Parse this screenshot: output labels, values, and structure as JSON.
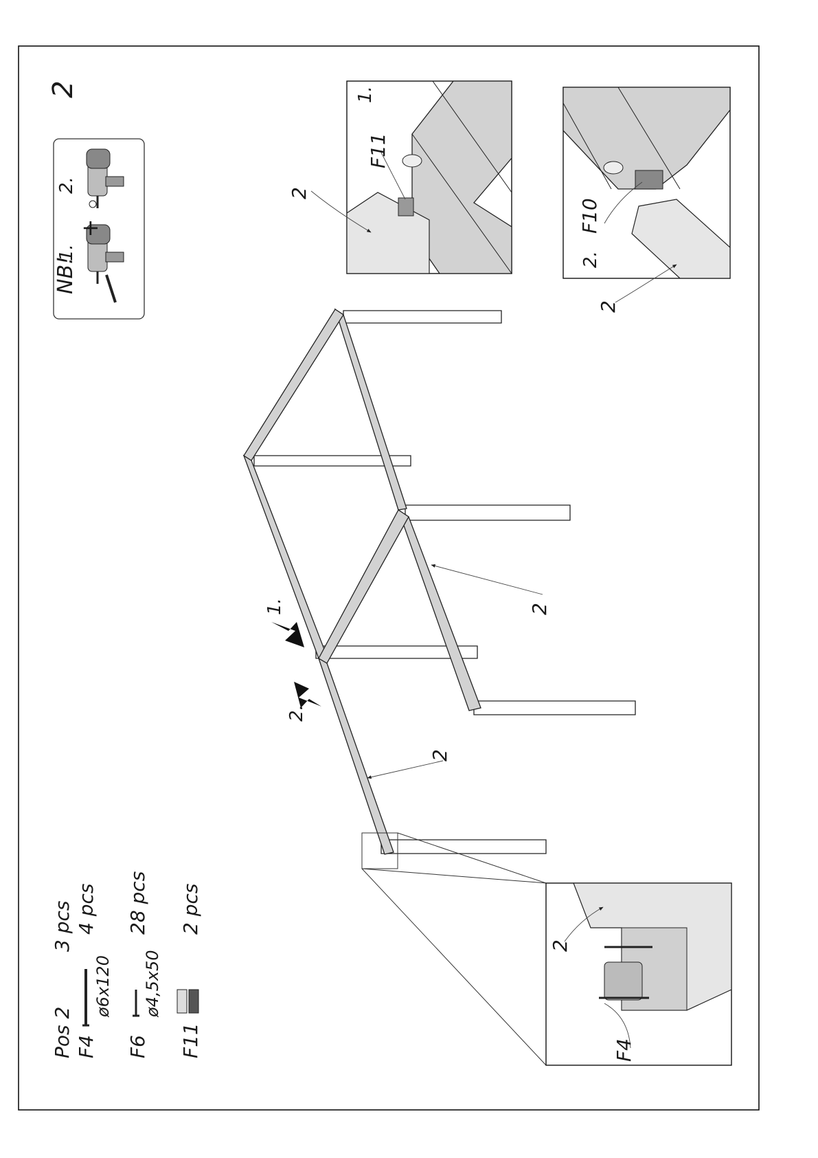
{
  "step": {
    "number": "2"
  },
  "notice": {
    "nb": "NB!",
    "step1": "1.",
    "step2": "2.",
    "plus": "+"
  },
  "parts": {
    "pos_label": "Pos 2",
    "pos_qty": "3 pcs",
    "f4_label": "F4",
    "f4_spec": "ø6x120",
    "f4_qty": "4 pcs",
    "f6_label": "F6",
    "f6_spec": "ø4,5x50",
    "f6_qty": "28 pcs",
    "f11_label": "F11",
    "f11_qty": "2 pcs"
  },
  "main": {
    "arrow1": "1.",
    "arrow2": "2.",
    "callout_a": "2",
    "callout_b": "2"
  },
  "detail_1": {
    "step": "1.",
    "fitting": "F11",
    "part": "2"
  },
  "detail_2": {
    "step": "2.",
    "fitting": "F10",
    "part": "2"
  },
  "detail_3": {
    "fitting": "F4",
    "part": "2"
  }
}
